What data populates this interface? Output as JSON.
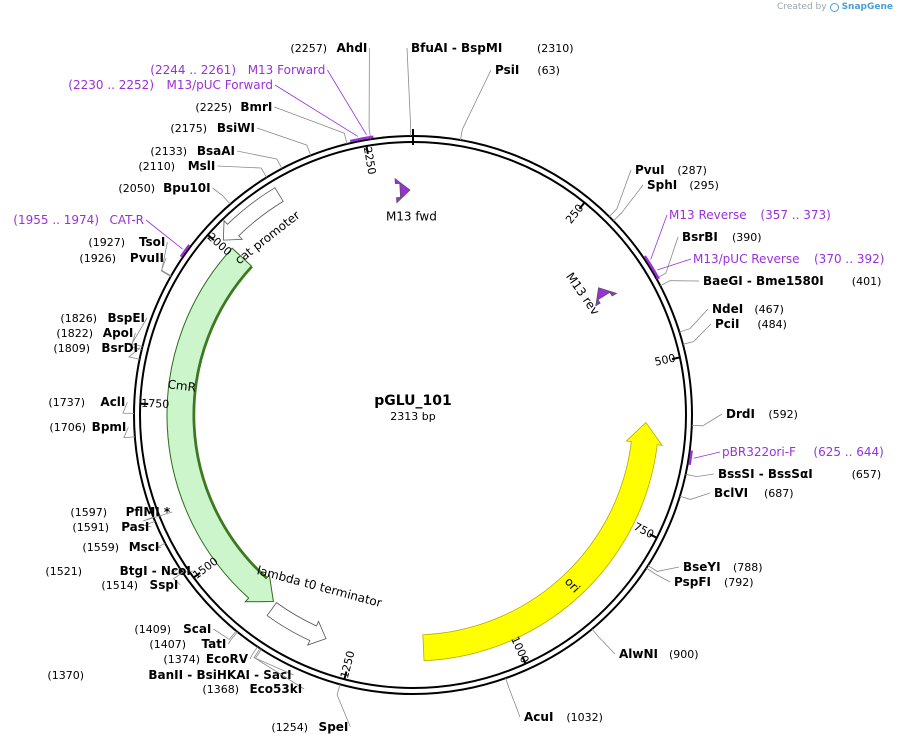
{
  "brand": {
    "prefix": "Created by",
    "name": "SnapGene"
  },
  "plasmid": {
    "name": "pGLU_101",
    "length_label": "2313 bp",
    "length": 2313
  },
  "ticks": [
    {
      "value": 250,
      "label": "250"
    },
    {
      "value": 500,
      "label": "500"
    },
    {
      "value": 750,
      "label": "750"
    },
    {
      "value": 1000,
      "label": "1000"
    },
    {
      "value": 1250,
      "label": "1250"
    },
    {
      "value": 1500,
      "label": "1500"
    },
    {
      "value": 1750,
      "label": "1750"
    },
    {
      "value": 2000,
      "label": "2000"
    },
    {
      "value": 2250,
      "label": "2250"
    }
  ],
  "features": [
    {
      "name": "ori",
      "start": 590,
      "end": 1140,
      "direction": "reverse",
      "color": "#ffff00",
      "ring": "inner"
    },
    {
      "name": "CmR",
      "start": 1393,
      "end": 2009,
      "direction": "reverse",
      "color": "#ccf5cc",
      "ring": "inner"
    },
    {
      "name": "cat promoter",
      "start": 2009,
      "end": 2112,
      "direction": "reverse",
      "color": "#ffffff",
      "ring": "outer"
    },
    {
      "name": "lambda t0 terminator",
      "start": 1293,
      "end": 1388,
      "direction": "reverse",
      "color": "#ffffff",
      "ring": "outer"
    },
    {
      "name": "M13 fwd",
      "start": 2292,
      "end": 2308,
      "direction": "forward",
      "color": "#9b30d9",
      "ring": "small"
    },
    {
      "name": "M13 rev",
      "start": 357,
      "end": 373,
      "direction": "reverse",
      "color": "#9b30d9",
      "ring": "small"
    }
  ],
  "enzymes": [
    {
      "name": "AhdI",
      "position": "(2257)"
    },
    {
      "name": "BfuAI",
      "name2": "BspMI",
      "position": "(2310)"
    },
    {
      "name": "PsiI",
      "position": "(63)"
    },
    {
      "name": "PvuI",
      "position": "(287)"
    },
    {
      "name": "SphI",
      "position": "(295)"
    },
    {
      "name": "BsrBI",
      "position": "(390)"
    },
    {
      "name": "BaeGI",
      "name2": "Bme1580I",
      "position": "(401)"
    },
    {
      "name": "NdeI",
      "position": "(467)"
    },
    {
      "name": "PciI",
      "position": "(484)"
    },
    {
      "name": "DrdI",
      "position": "(592)"
    },
    {
      "name": "BssSI",
      "name2": "BssSαI",
      "position": "(657)"
    },
    {
      "name": "BclVI",
      "position": "(687)"
    },
    {
      "name": "BseYI",
      "position": "(788)"
    },
    {
      "name": "PspFI",
      "position": "(792)"
    },
    {
      "name": "AlwNI",
      "position": "(900)"
    },
    {
      "name": "AcuI",
      "position": "(1032)"
    },
    {
      "name": "SpeI",
      "position": "(1254)"
    },
    {
      "name": "Eco53kI",
      "position": "(1368)"
    },
    {
      "name": "BanII",
      "name2": "BsiHKAI",
      "name3": "SacI",
      "position": "(1370)"
    },
    {
      "name": "EcoRV",
      "position": "(1374)"
    },
    {
      "name": "TatI",
      "position": "(1407)"
    },
    {
      "name": "ScaI",
      "position": "(1409)"
    },
    {
      "name": "SspI",
      "position": "(1514)"
    },
    {
      "name": "BtgI",
      "name2": "NcoI",
      "position": "(1521)"
    },
    {
      "name": "MscI",
      "position": "(1559)"
    },
    {
      "name": "PasI",
      "position": "(1591)"
    },
    {
      "name": "PflMI *",
      "position": "(1597)"
    },
    {
      "name": "BpmI",
      "position": "(1706)"
    },
    {
      "name": "AclI",
      "position": "(1737)"
    },
    {
      "name": "BsrDI",
      "position": "(1809)"
    },
    {
      "name": "ApoI",
      "position": "(1822)"
    },
    {
      "name": "BspEI",
      "position": "(1826)"
    },
    {
      "name": "PvuII",
      "position": "(1926)"
    },
    {
      "name": "TsoI",
      "position": "(1927)"
    },
    {
      "name": "Bpu10I",
      "position": "(2050)"
    },
    {
      "name": "MslI",
      "position": "(2110)"
    },
    {
      "name": "BsaAI",
      "position": "(2133)"
    },
    {
      "name": "BsiWI",
      "position": "(2175)"
    },
    {
      "name": "BmrI",
      "position": "(2225)"
    }
  ],
  "primers": [
    {
      "name": "M13 Forward",
      "range": "(2244 .. 2261)",
      "start": 2244,
      "end": 2261
    },
    {
      "name": "M13/pUC Forward",
      "range": "(2230 .. 2252)",
      "start": 2230,
      "end": 2252
    },
    {
      "name": "CAT-R",
      "range": "(1955 .. 1974)",
      "start": 1955,
      "end": 1974
    },
    {
      "name": "M13 Reverse",
      "range": "(357 .. 373)",
      "start": 357,
      "end": 373
    },
    {
      "name": "M13/pUC Reverse",
      "range": "(370 .. 392)",
      "start": 370,
      "end": 392
    },
    {
      "name": "pBR322ori-F",
      "range": "(625 .. 644)",
      "start": 625,
      "end": 644
    }
  ]
}
